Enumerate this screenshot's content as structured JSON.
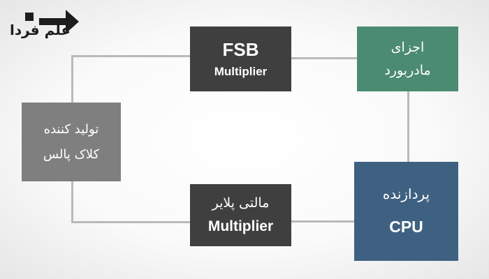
{
  "logo": {
    "text": "علم فردا",
    "icon": "arrow-right-icon"
  },
  "colors": {
    "dark": "#3f3f3f",
    "gray": "#7f7f7f",
    "green": "#4a8b72",
    "blue": "#3f6181",
    "wire": "#b9b9b9"
  },
  "nodes": {
    "fsb": {
      "line1": "FSB",
      "line2": "Multiplier"
    },
    "motherboard": {
      "line1": "اجزای",
      "line2": "مادربورد"
    },
    "clock": {
      "line1": "تولید کننده",
      "line2": "کلاک پالس"
    },
    "multiplier": {
      "line1": "مالتی پلایر",
      "line2": "Multiplier"
    },
    "cpu": {
      "line1": "پردازنده",
      "line2": "CPU"
    }
  }
}
